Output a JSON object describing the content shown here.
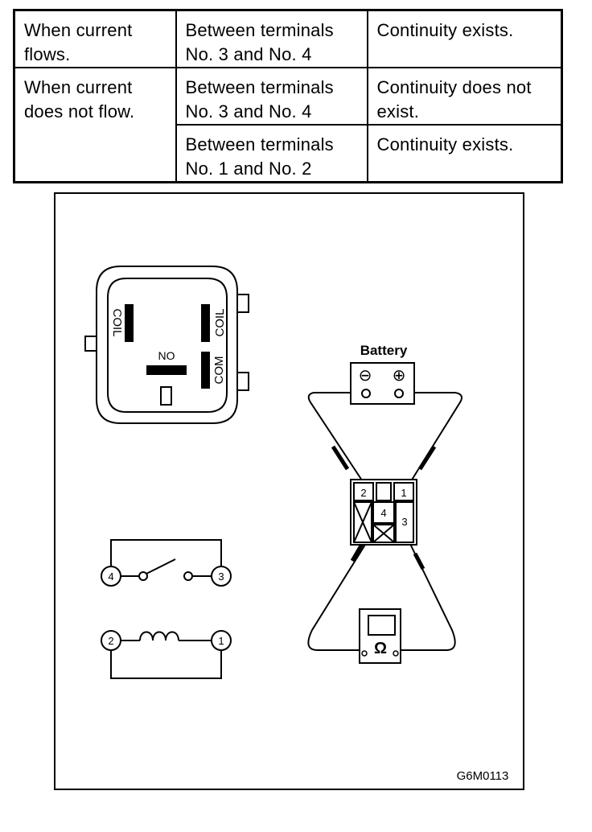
{
  "table": {
    "rows": [
      {
        "condition": "When current flows.",
        "terminals": "Between terminals No. 3 and No. 4",
        "result": "Continuity exists."
      },
      {
        "condition": "When current does not flow.",
        "terminals": "Between terminals No. 3 and No. 4",
        "result": "Continuity does not exist."
      },
      {
        "condition": "",
        "terminals": "Between terminals No. 1 and No. 2",
        "result": "Continuity exists."
      }
    ]
  },
  "diagram": {
    "relay_labels": {
      "coil_left": "COIL",
      "coil_right": "COIL",
      "com": "COM",
      "no": "NO"
    },
    "battery_label": "Battery",
    "battery_negative": "⊖",
    "battery_positive": "⊕",
    "relay_terminals": {
      "t1": "1",
      "t2": "2",
      "t3": "3",
      "t4": "4"
    },
    "schematic_terminals": {
      "t1": "1",
      "t2": "2",
      "t3": "3",
      "t4": "4"
    },
    "ohmmeter_symbol": "Ω",
    "figure_code": "G6M0113"
  }
}
